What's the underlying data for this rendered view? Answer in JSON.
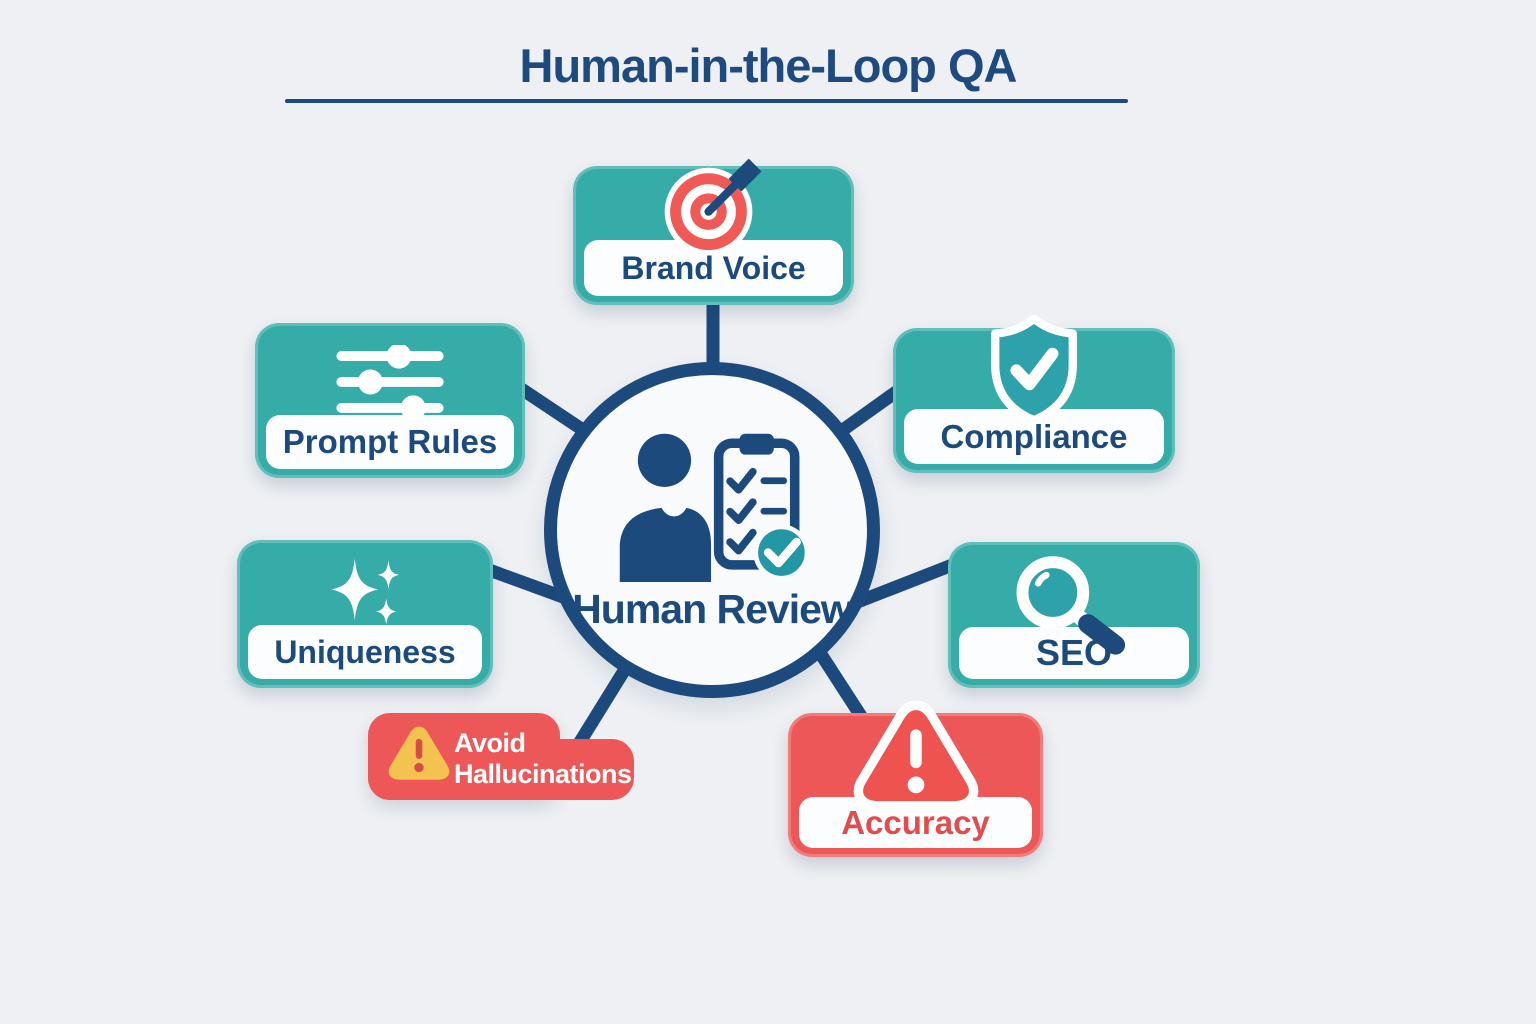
{
  "title": "Human-in-the-Loop QA",
  "center": {
    "label": "Human Review",
    "icon": "person-checklist-icon"
  },
  "nodes": {
    "brand_voice": {
      "label": "Brand Voice",
      "icon": "target-dart-icon",
      "color": "#35aca7"
    },
    "prompt_rules": {
      "label": "Prompt Rules",
      "icon": "sliders-icon",
      "color": "#35aca7"
    },
    "compliance": {
      "label": "Compliance",
      "icon": "shield-check-icon",
      "color": "#35aca7"
    },
    "uniqueness": {
      "label": "Uniqueness",
      "icon": "sparkles-icon",
      "color": "#35aca7"
    },
    "seo": {
      "label": "SEO",
      "icon": "magnifier-icon",
      "color": "#35aca7"
    },
    "avoid_hallucinations": {
      "label_line1": "Avoid",
      "label_line2": "Hallucinations",
      "icon": "warning-triangle-icon",
      "color": "#ee5757"
    },
    "accuracy": {
      "label": "Accuracy",
      "icon": "warning-triangle-icon",
      "color": "#ee5757"
    }
  },
  "colors": {
    "background": "#eef0f3",
    "navy": "#1c4a7c",
    "teal": "#35aca7",
    "teal_dark": "#2da2ab",
    "red": "#ee5757",
    "red_text": "#e34c4c",
    "amber": "#f2c14f",
    "label_bg": "#fbfdfe"
  }
}
